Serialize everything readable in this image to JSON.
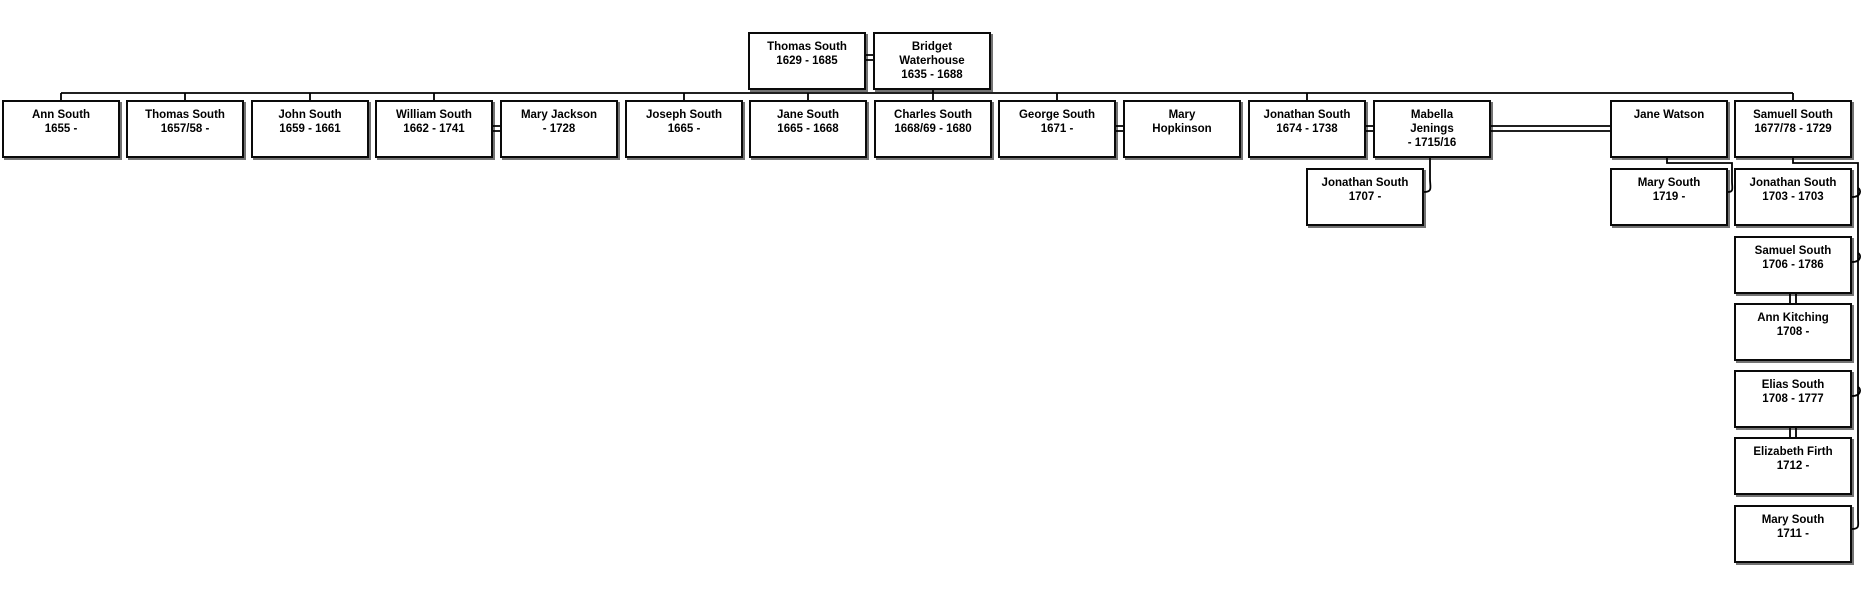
{
  "canvas": {
    "background_color": "#ffffff",
    "line_color": "#000000",
    "box_fill": "#ffffff",
    "box_border_color": "#0a0a0a"
  },
  "people": [
    {
      "name": "Thomas South",
      "dates": "1629 - 1685"
    },
    {
      "name": "Bridget\nWaterhouse",
      "dates": "1635 - 1688"
    },
    {
      "name": "Ann South",
      "dates": "1655 -"
    },
    {
      "name": "Thomas South",
      "dates": "1657/58 -"
    },
    {
      "name": "John South",
      "dates": "1659 - 1661"
    },
    {
      "name": "William South",
      "dates": "1662 - 1741"
    },
    {
      "name": "Mary Jackson",
      "dates": "- 1728"
    },
    {
      "name": "Joseph South",
      "dates": "1665 -"
    },
    {
      "name": "Jane South",
      "dates": "1665 - 1668"
    },
    {
      "name": "Charles South",
      "dates": "1668/69 - 1680"
    },
    {
      "name": "George South",
      "dates": "1671 -"
    },
    {
      "name": "Mary\nHopkinson",
      "dates": ""
    },
    {
      "name": "Jonathan South",
      "dates": "1674 - 1738"
    },
    {
      "name": "Mabella\nJenings",
      "dates": "- 1715/16"
    },
    {
      "name": "Jane Watson",
      "dates": ""
    },
    {
      "name": "Samuell South",
      "dates": "1677/78 - 1729"
    },
    {
      "name": "Jonathan South",
      "dates": "1707 -"
    },
    {
      "name": "Mary South",
      "dates": "1719 -"
    },
    {
      "name": "Jonathan South",
      "dates": "1703 - 1703"
    },
    {
      "name": "Samuel South",
      "dates": "1706 - 1786"
    },
    {
      "name": "Ann Kitching",
      "dates": "1708 -"
    },
    {
      "name": "Elias South",
      "dates": "1708 - 1777"
    },
    {
      "name": "Elizabeth Firth",
      "dates": "1712 -"
    },
    {
      "name": "Mary South",
      "dates": "1711 -"
    }
  ]
}
